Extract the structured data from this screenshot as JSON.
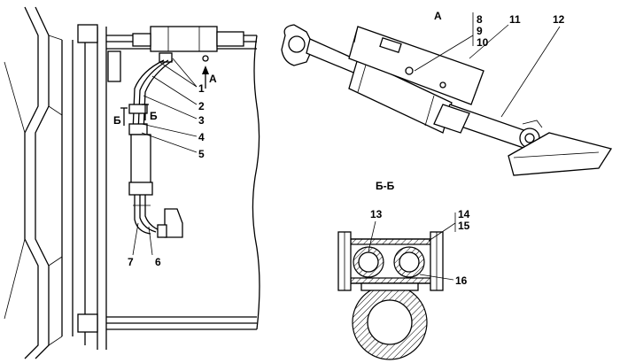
{
  "labels": {
    "view_a_arrow": "А",
    "view_a_title": "А",
    "section_title": "Б-Б",
    "section_mark_left": "Б",
    "section_mark_right": "Б",
    "n1": "1",
    "n2": "2",
    "n3": "3",
    "n4": "4",
    "n5": "5",
    "n6": "6",
    "n7": "7",
    "n8": "8",
    "n9": "9",
    "n10": "10",
    "n11": "11",
    "n12": "12",
    "n13": "13",
    "n14": "14",
    "n15": "15",
    "n16": "16"
  }
}
